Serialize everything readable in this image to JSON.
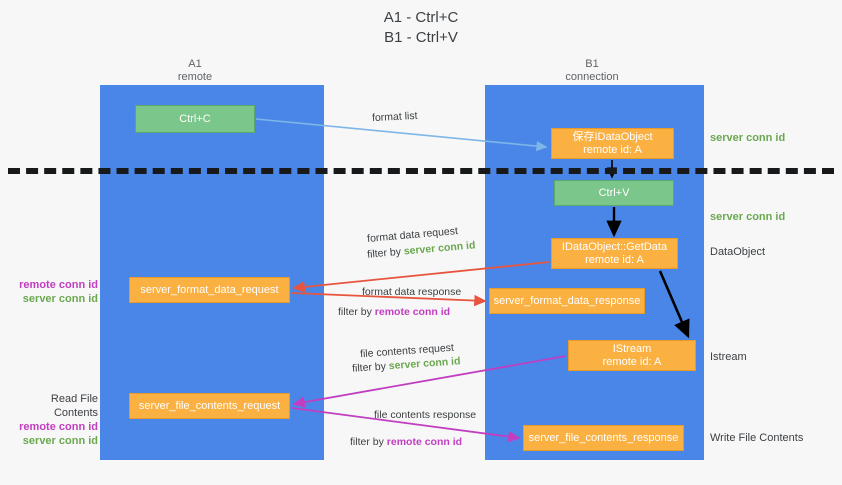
{
  "title": "A1 - Ctrl+C\nB1 - Ctrl+V",
  "columns": {
    "a1": {
      "name": "A1",
      "sub": "remote",
      "header": "A1\nremote"
    },
    "b1": {
      "name": "B1",
      "sub": "connection",
      "header": "B1\nconnection"
    }
  },
  "boxes": {
    "ctrl_c": "Ctrl+C",
    "ctrl_v": "Ctrl+V",
    "save_dataobject": "保存IDataObject\nremote id: A",
    "get_data": "IDataObject::GetData\nremote id: A",
    "istream": "IStream\nremote id: A",
    "server_format_data_request": "server_format_data_request",
    "server_format_data_response": "server_format_data_response",
    "server_file_contents_request": "server_file_contents_request",
    "server_file_contents_response": "server_file_contents_response"
  },
  "edge_labels": {
    "format_list": "format list",
    "format_data_request": "format data request",
    "format_data_request_filter_prefix": "filter by ",
    "format_data_request_filter_key": "server conn id",
    "format_data_response": "format data response",
    "format_data_response_filter_prefix": "filter by ",
    "format_data_response_filter_key": "remote conn id",
    "file_contents_request": "file contents request",
    "file_contents_request_filter_prefix": "filter by ",
    "file_contents_request_filter_key": "server conn id",
    "file_contents_response": "file contents response",
    "file_contents_response_filter_prefix": "filter by ",
    "file_contents_response_filter_key": "remote conn id"
  },
  "right_labels": {
    "server_conn_id_top": "server conn id",
    "server_conn_id_mid": "server conn id",
    "dataobject": "DataObject",
    "istream": "Istream",
    "write_file_contents": "Write File Contents"
  },
  "left_labels": {
    "remote_conn_id_1": "remote conn id",
    "server_conn_id_1": "server conn id",
    "read_file_contents": "Read File Contents",
    "remote_conn_id_2": "remote conn id",
    "server_conn_id_2": "server conn id"
  },
  "colors": {
    "lane_blue": "#4a86e8",
    "box_green": "#7bc68a",
    "box_orange": "#fbb042",
    "accent_green_text": "#6aa84f",
    "accent_purple_text": "#c13ec1",
    "arrow_red": "#e8553e",
    "arrow_magenta": "#c13ec1",
    "arrow_lightblue": "#7eb6e8",
    "arrow_black": "#000000",
    "background": "#f7f7f7",
    "dashed_rule": "#18191a"
  }
}
